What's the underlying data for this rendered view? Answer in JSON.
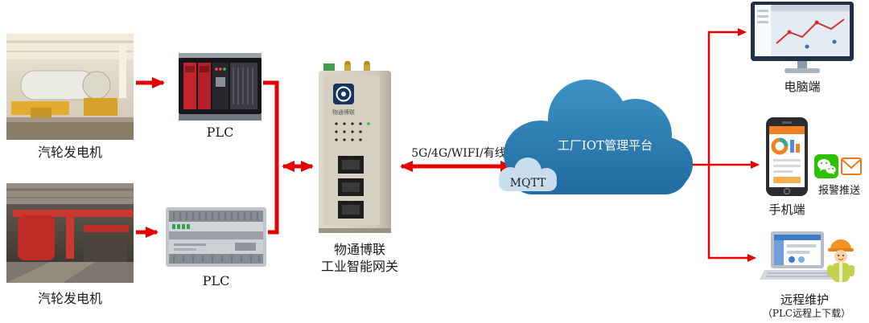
{
  "diagram": {
    "sources": [
      {
        "photo_name": "steam-turbine-generator-photo",
        "label": "汽轮发电机",
        "plc_label": "PLC"
      },
      {
        "photo_name": "steam-turbine-generator-photo",
        "label": "汽轮发电机",
        "plc_label": "PLC"
      }
    ],
    "gateway": {
      "brand": "物通博联",
      "label_line1": "物通博联",
      "label_line2": "工业智能网关"
    },
    "link": {
      "label": "5G/4G/WIFI/有线",
      "protocol": "MQTT"
    },
    "cloud": {
      "title": "工厂IOT管理平台"
    },
    "endpoints": {
      "pc": {
        "label": "电脑端"
      },
      "mobile": {
        "label": "手机端",
        "push_label": "报警推送"
      },
      "remote": {
        "label": "远程维护",
        "sublabel": "（PLC远程上下载）"
      }
    },
    "colors": {
      "arrow_red": "#e60000",
      "cloud_blue_top": "#3f93c6",
      "cloud_blue_bottom": "#1d669c",
      "mqtt_cloud_fill": "#c9dded",
      "wechat_green": "#2dc100",
      "mail_orange": "#f07818"
    }
  }
}
